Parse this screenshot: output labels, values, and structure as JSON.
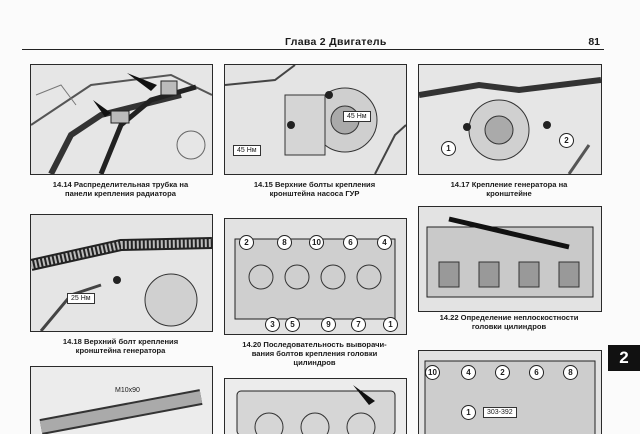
{
  "header": {
    "title": "Глава 2 Двигатель",
    "page_number": "81"
  },
  "side_tab": "2",
  "figures": {
    "f1414": {
      "caption_1": "14.14 Распределительная трубка на",
      "caption_2": "панели крепления радиатора"
    },
    "f1415": {
      "caption_1": "14.15 Верхние болты крепления",
      "caption_2": "кронштейна насоса ГУР",
      "torque_a": "45 Нм",
      "torque_b": "45 Нм"
    },
    "f1417": {
      "caption_1": "14.17 Крепление генератора на",
      "caption_2": "кронштейне",
      "c1": "1",
      "c2": "2"
    },
    "f1418": {
      "caption_1": "14.18 Верхний болт крепления",
      "caption_2": "кронштейна генератора",
      "torque": "25 Нм"
    },
    "f1420": {
      "caption_1": "14.20 Последовательность выворачи-",
      "caption_2": "вания болтов крепления головки",
      "caption_3": "цилиндров",
      "top_numbers": [
        "2",
        "8",
        "10",
        "6",
        "4"
      ],
      "bottom_numbers": [
        "3",
        "5",
        "9",
        "7",
        "1"
      ]
    },
    "f1422": {
      "caption_1": "14.22 Определение неплоскостности",
      "caption_2": "головки цилиндров"
    },
    "fbl": {
      "label": "M10x90"
    },
    "fbr": {
      "top_numbers": [
        "10",
        "4",
        "2",
        "6",
        "8"
      ],
      "bottom_numbers": [
        "1"
      ],
      "part_label": "303-392"
    }
  },
  "colors": {
    "tab": "#111111",
    "figure_bg": "#e9e9e9"
  }
}
